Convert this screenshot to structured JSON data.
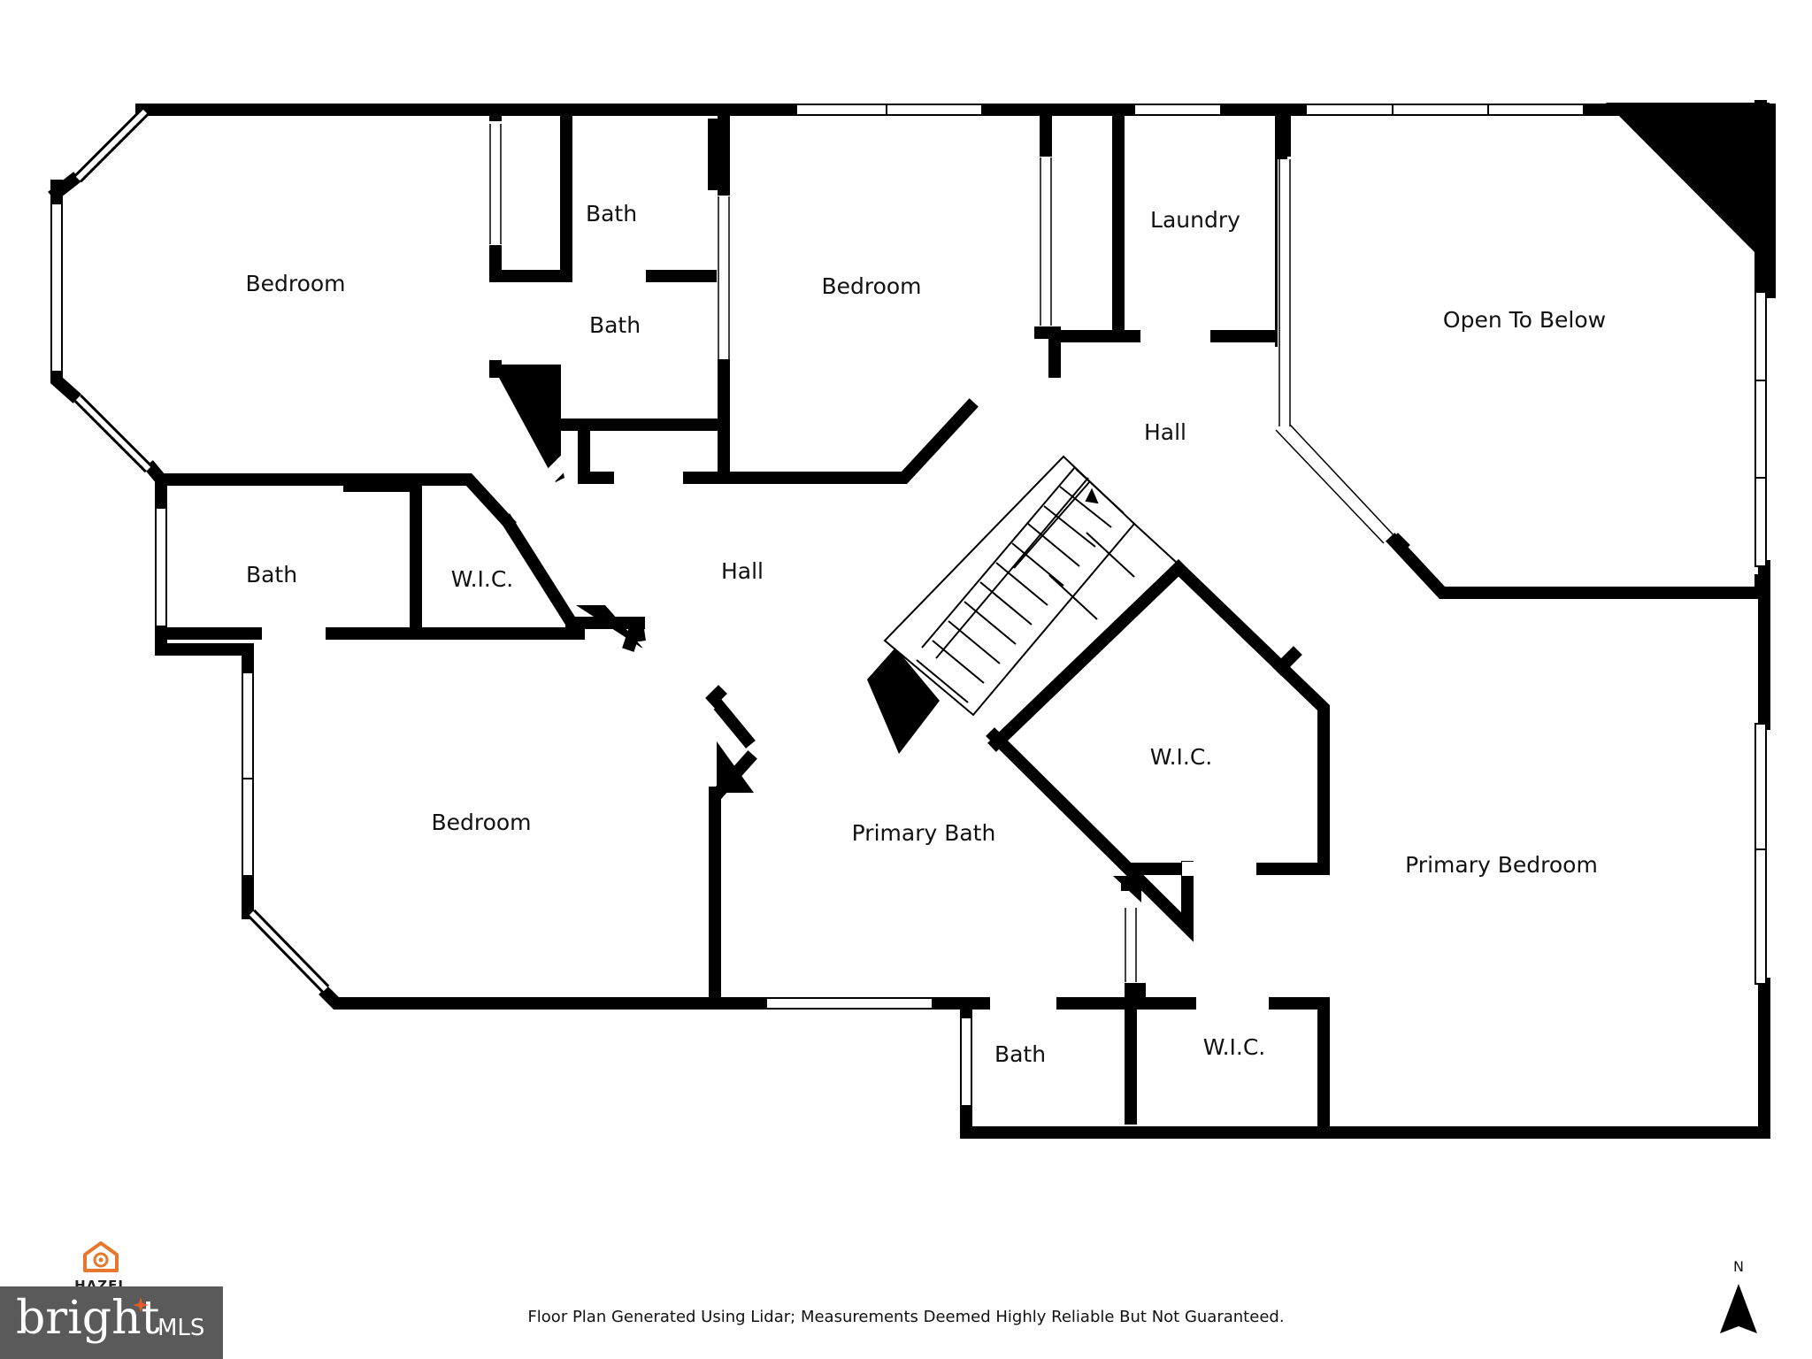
{
  "rooms": {
    "bedroom_nw": "Bedroom",
    "bath_upper": "Bath",
    "bath_middle": "Bath",
    "bedroom_north": "Bedroom",
    "laundry": "Laundry",
    "open_to_below": "Open To Below",
    "hall_upper": "Hall",
    "bath_west": "Bath",
    "wic_west": "W.I.C.",
    "hall_center": "Hall",
    "wic_primary": "W.I.C.",
    "bedroom_sw": "Bedroom",
    "primary_bath": "Primary Bath",
    "primary_bedroom": "Primary Bedroom",
    "bath_south": "Bath",
    "wic_south": "W.I.C."
  },
  "footer": {
    "disclaimer": "Floor Plan Generated Using Lidar; Measurements Deemed Highly Reliable But Not Guaranteed.",
    "hazel_logo_text": "HAZEL",
    "bright_logo_text": "bright",
    "bright_mls_text": "MLS",
    "north_label": "N"
  },
  "icons": {
    "hazel_logo": "hazel-house-logo-icon",
    "north_arrow": "north-arrow-icon"
  },
  "colors": {
    "wall": "#000000",
    "background": "#ffffff",
    "hazel_accent": "#e8772e",
    "bright_badge": "#5a5a5a",
    "bright_accent": "#e35c2a"
  }
}
